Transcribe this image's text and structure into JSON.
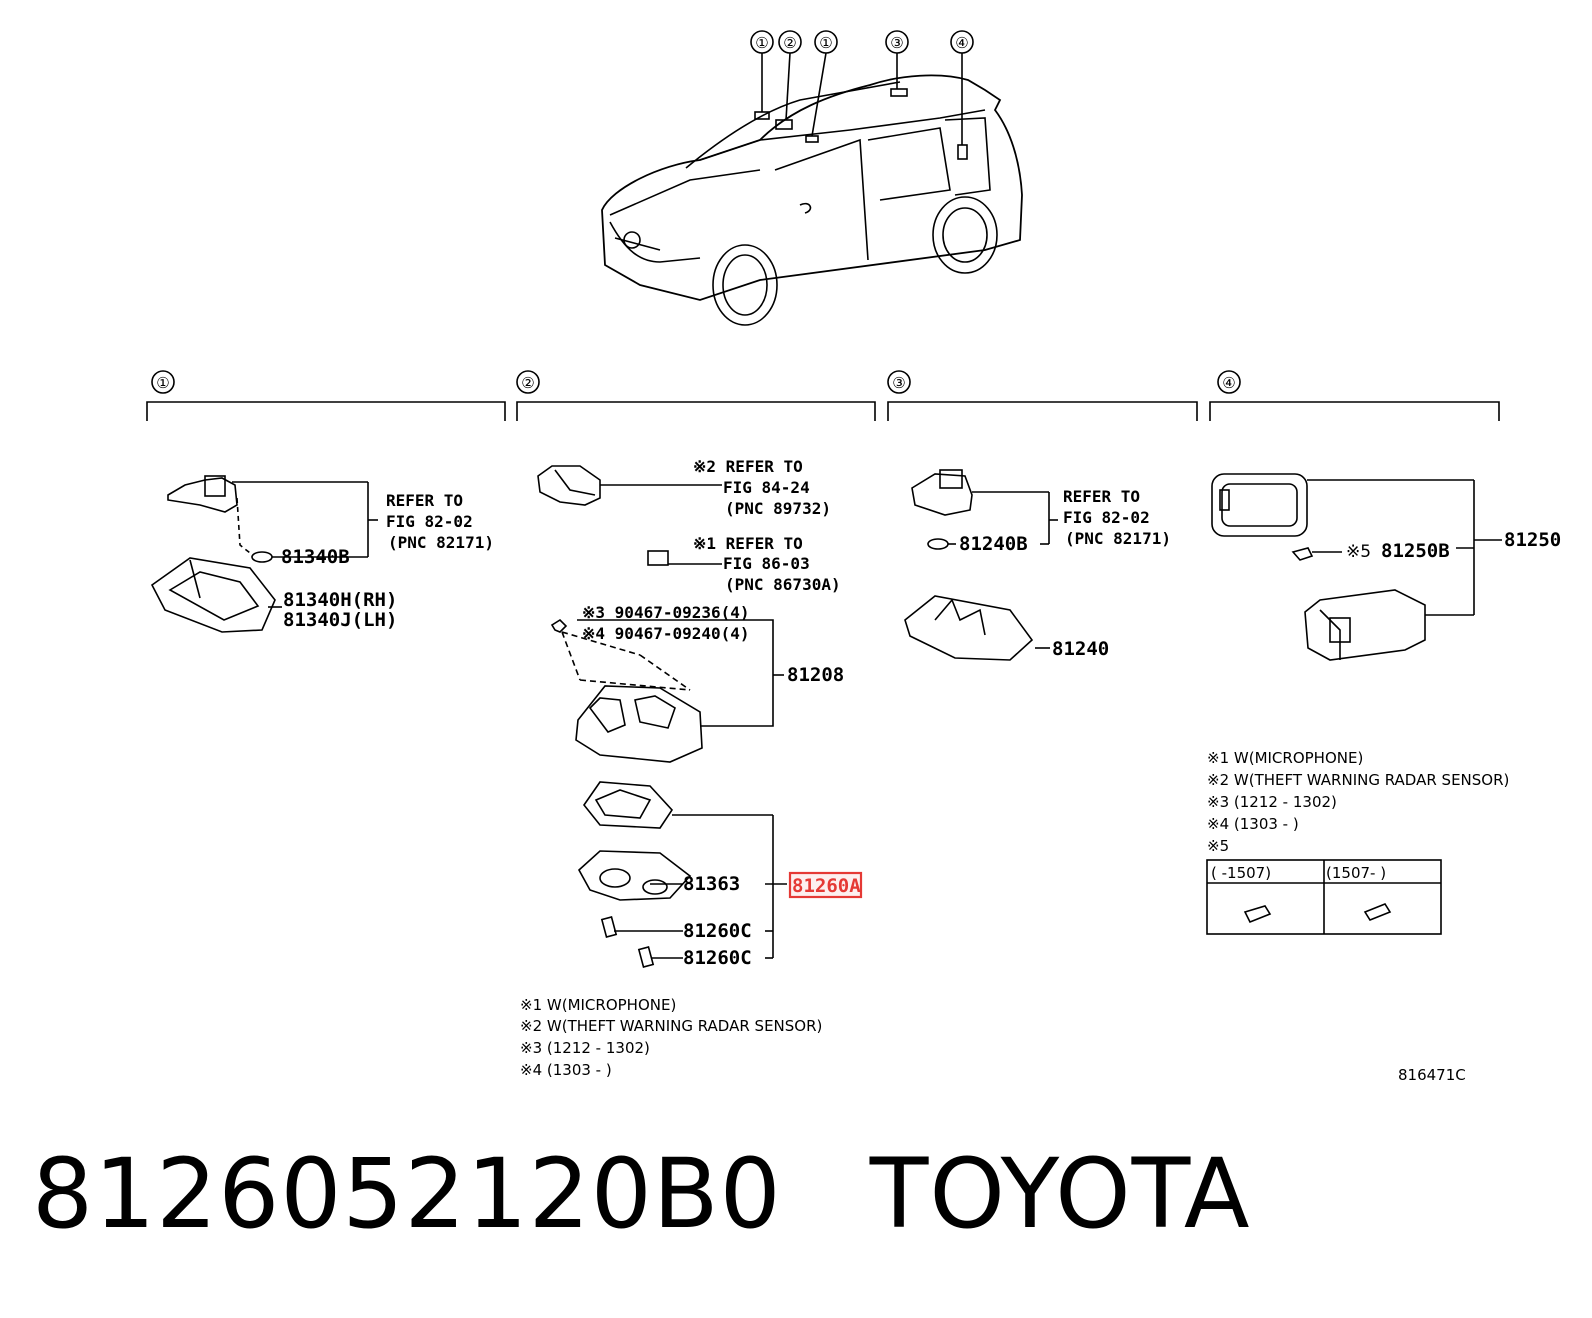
{
  "car_callouts": [
    "①",
    "②",
    "①",
    "③",
    "④"
  ],
  "sections": [
    {
      "marker": "①"
    },
    {
      "marker": "②"
    },
    {
      "marker": "③"
    },
    {
      "marker": "④"
    }
  ],
  "sec1": {
    "refer": [
      "REFER TO",
      "FIG 82-02",
      "(PNC 82171)"
    ],
    "parts": [
      "81340B",
      "81340H(RH)",
      "81340J(LH)"
    ]
  },
  "sec2": {
    "refer1": [
      "※2 REFER TO",
      "FIG 84-24",
      "(PNC 89732)"
    ],
    "refer2": [
      "※1 REFER TO",
      "FIG 86-03",
      "(PNC 86730A)"
    ],
    "bolts": [
      "※3 90467-09236(4)",
      "※4 90467-09240(4)"
    ],
    "parts": [
      "81208",
      "81363",
      "81260A",
      "81260C",
      "81260C"
    ],
    "notes": [
      "※1 W(MICROPHONE)",
      "※2 W(THEFT WARNING RADAR SENSOR)",
      "※3 (1212 - 1302)",
      "※4 (1303 -        )"
    ]
  },
  "sec3": {
    "refer": [
      "REFER TO",
      "FIG 82-02",
      "(PNC 82171)"
    ],
    "parts": [
      "81240B",
      "81240"
    ]
  },
  "sec4": {
    "parts": [
      "※5",
      "81250B",
      "81250"
    ],
    "notes": [
      "※1 W(MICROPHONE)",
      "※2 W(THEFT WARNING RADAR SENSOR)",
      "※3 (1212 - 1302)",
      "※4 (1303 -        )",
      "※5"
    ],
    "table_headers": [
      "(      -1507)",
      "(1507-        )"
    ]
  },
  "diagram_code": "816471C",
  "footer": {
    "part_number": "8126052120B0",
    "brand": "TOYOTA"
  },
  "highlight_color": "#e53935"
}
